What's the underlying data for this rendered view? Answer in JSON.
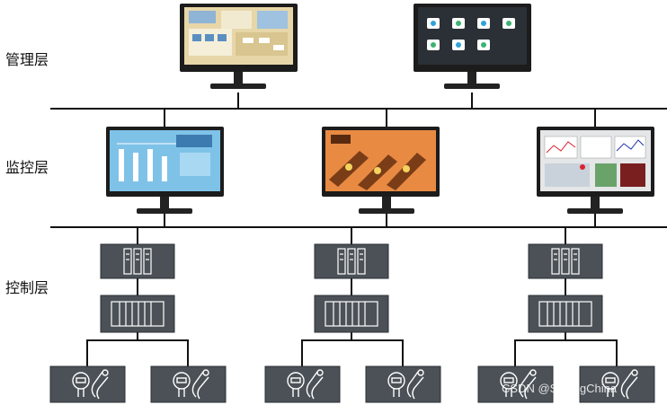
{
  "layers": {
    "management": "管理层",
    "monitoring": "监控层",
    "control": "控制层"
  },
  "watermark": "CSDN @SoftingChina",
  "colors": {
    "bus_line": "#111111",
    "device_fill": "#4b5157",
    "device_stroke": "#2c3034",
    "icon_stroke": "#ffffff",
    "monitor_frame": "#1c1c1c"
  }
}
